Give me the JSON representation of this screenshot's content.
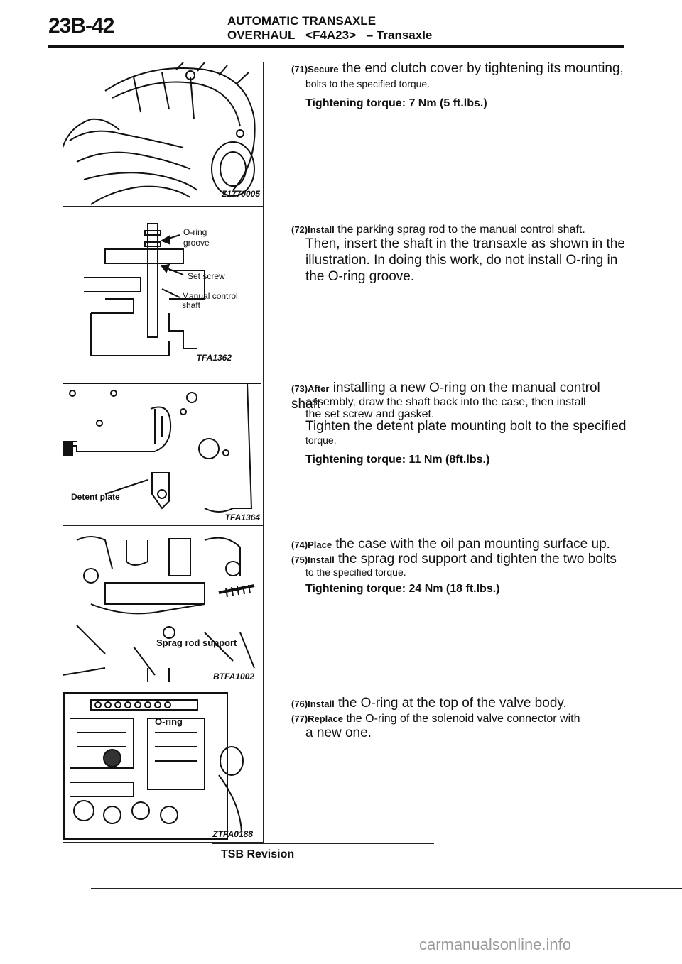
{
  "header": {
    "page_number": "23B-42",
    "section": "AUTOMATIC TRANSAXLE",
    "subsection": "OVERHAUL",
    "model": "<F4A23>",
    "component": "– Transaxle"
  },
  "figures": [
    {
      "code": "Z1770005",
      "callouts": []
    },
    {
      "code": "TFA1362",
      "callouts": [
        "O-ring",
        "groove",
        "Set screw",
        "Manual control",
        "shaft"
      ]
    },
    {
      "code": "TFA1364",
      "callouts": [
        "Detent plate"
      ]
    },
    {
      "code": "BTFA1002",
      "callouts": [
        "Sprag rod support"
      ]
    },
    {
      "code": "ZTFA0188",
      "callouts": [
        "O-ring"
      ]
    }
  ],
  "steps": {
    "s71": {
      "num": "(71)Secure",
      "text": "the end clutch cover by tightening its mounting,",
      "cont": "bolts to the specified torque.",
      "torque": "Tightening torque: 7 Nm (5 ft.lbs.)"
    },
    "s72": {
      "num": "(72)Install",
      "text": "the parking sprag rod to the manual control shaft.",
      "cont1": "Then, insert the shaft in the transaxle as shown in the",
      "cont2": "illustration. In doing this work, do not install O-ring in",
      "cont3": "the O-ring groove."
    },
    "s73": {
      "num": "(73)After",
      "text": "installing a new O-ring on the manual control shaft",
      "cont1": "assembly, draw the shaft back into the case, then install",
      "cont2": "the set screw and gasket.",
      "cont3": "Tighten the detent plate mounting bolt to the specified",
      "cont4": "torque.",
      "torque": "Tightening torque: 11 Nm (8ft.lbs.)"
    },
    "s74": {
      "num": "(74)Place",
      "text": "the case with the oil pan mounting surface up."
    },
    "s75": {
      "num": "(75)Install",
      "text": "the sprag rod support and tighten the two bolts",
      "cont": "to the specified torque.",
      "torque": "Tightening torque: 24 Nm (18 ft.lbs.)"
    },
    "s76": {
      "num": "(76)Install",
      "text": "the O-ring at the top of the valve body."
    },
    "s77": {
      "num": "(77)Replace",
      "text": "the O-ring of the solenoid valve connector with",
      "cont": "a new one."
    }
  },
  "footer": {
    "tsb": "TSB Revision",
    "watermark": "carmanualsonline.info"
  }
}
